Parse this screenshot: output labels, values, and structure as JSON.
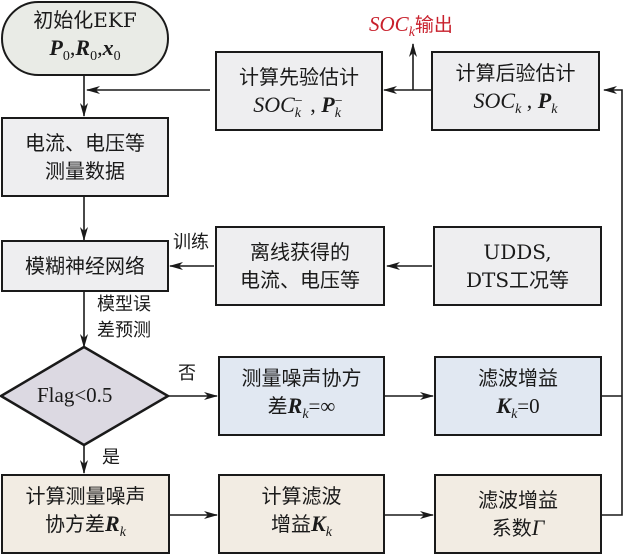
{
  "diagram": {
    "type": "flowchart",
    "colors": {
      "gray_box": "#eeeef0",
      "blue_box": "#e1e8f2",
      "beige_box": "#f2ece3",
      "terminal": "#e9ebe6",
      "decision": "#dcd9e2",
      "output_text": "#c8202c",
      "stroke": "#1a1a1a"
    },
    "nodes": {
      "init": {
        "line1": "初始化EKF",
        "vars": [
          "P",
          "R",
          "x"
        ],
        "sub": "0",
        "sep": ","
      },
      "measure": {
        "line1": "电流、电压等",
        "line2": "测量数据"
      },
      "fnn": {
        "line1": "模糊神经网络"
      },
      "offline": {
        "line1": "离线获得的",
        "line2": "电流、电压等"
      },
      "conditions": {
        "line1": "UDDS,",
        "line2": "DTS工况等"
      },
      "prior": {
        "line1": "计算先验估计",
        "soc": "SOC",
        "sub": "k",
        "sup": "−",
        "p": "P",
        "sep": " , "
      },
      "posterior": {
        "line1": "计算后验估计",
        "soc": "SOC",
        "sub": "k",
        "p": "P",
        "sep": " , "
      },
      "decision": {
        "text": "Flag<0.5"
      },
      "noise_inf": {
        "line1": "测量噪声协方",
        "line2_prefix": "差",
        "var": "R",
        "sub": "k",
        "suffix": "=∞"
      },
      "gain_zero": {
        "line1": "滤波增益",
        "var": "K",
        "sub": "k",
        "suffix": "=0"
      },
      "calc_noise": {
        "line1": "计算测量噪声",
        "line2_prefix": "协方差",
        "var": "R",
        "sub": "k"
      },
      "calc_gain": {
        "line1": "计算滤波",
        "line2_prefix": "增益",
        "var": "K",
        "sub": "k"
      },
      "gain_coef": {
        "line1": "滤波增益",
        "line2_prefix": "系数",
        "var": "Γ"
      }
    },
    "edge_labels": {
      "train": "训练",
      "model_error_1": "模型误",
      "model_error_2": "差预测",
      "no": "否",
      "yes": "是",
      "output_soc": "SOC",
      "output_sub": "k",
      "output_suffix": "输出"
    }
  }
}
